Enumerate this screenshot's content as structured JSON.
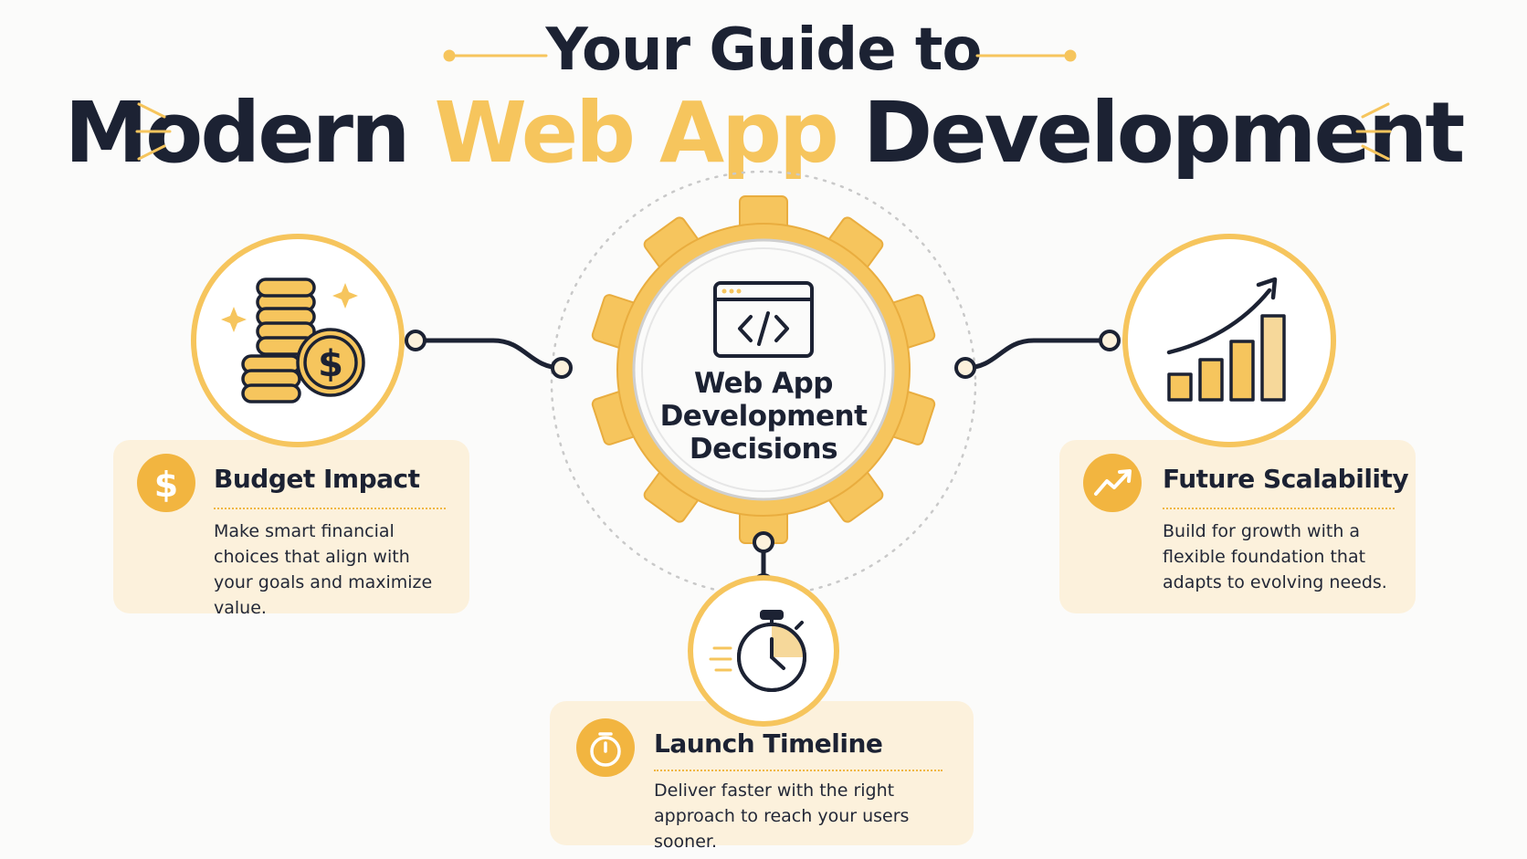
{
  "header": {
    "line1": "Your Guide to",
    "line2_start": "Modern ",
    "line2_accent": "Web App",
    "line2_end": " Development"
  },
  "center": {
    "label_line1": "Web App",
    "label_line2": "Development",
    "label_line3": "Decisions",
    "icon": "code-window-icon"
  },
  "cards": {
    "budget": {
      "title": "Budget Impact",
      "body": "Make smart financial choices that align with your goals and maximize value.",
      "icon": "dollar-icon",
      "illustration": "coin-stack-icon"
    },
    "scalability": {
      "title": "Future Scalability",
      "body": "Build for growth with a flexible foundation that adapts to evolving needs.",
      "icon": "trend-up-icon",
      "illustration": "growth-bar-chart-icon"
    },
    "timeline": {
      "title": "Launch Timeline",
      "body": "Deliver faster with the right approach to reach your users sooner.",
      "icon": "timer-icon",
      "illustration": "stopwatch-icon"
    }
  },
  "colors": {
    "accent": "#f6c55d",
    "gold": "#f2b540",
    "navy": "#1c2233",
    "card_bg": "#fcf1dc"
  }
}
